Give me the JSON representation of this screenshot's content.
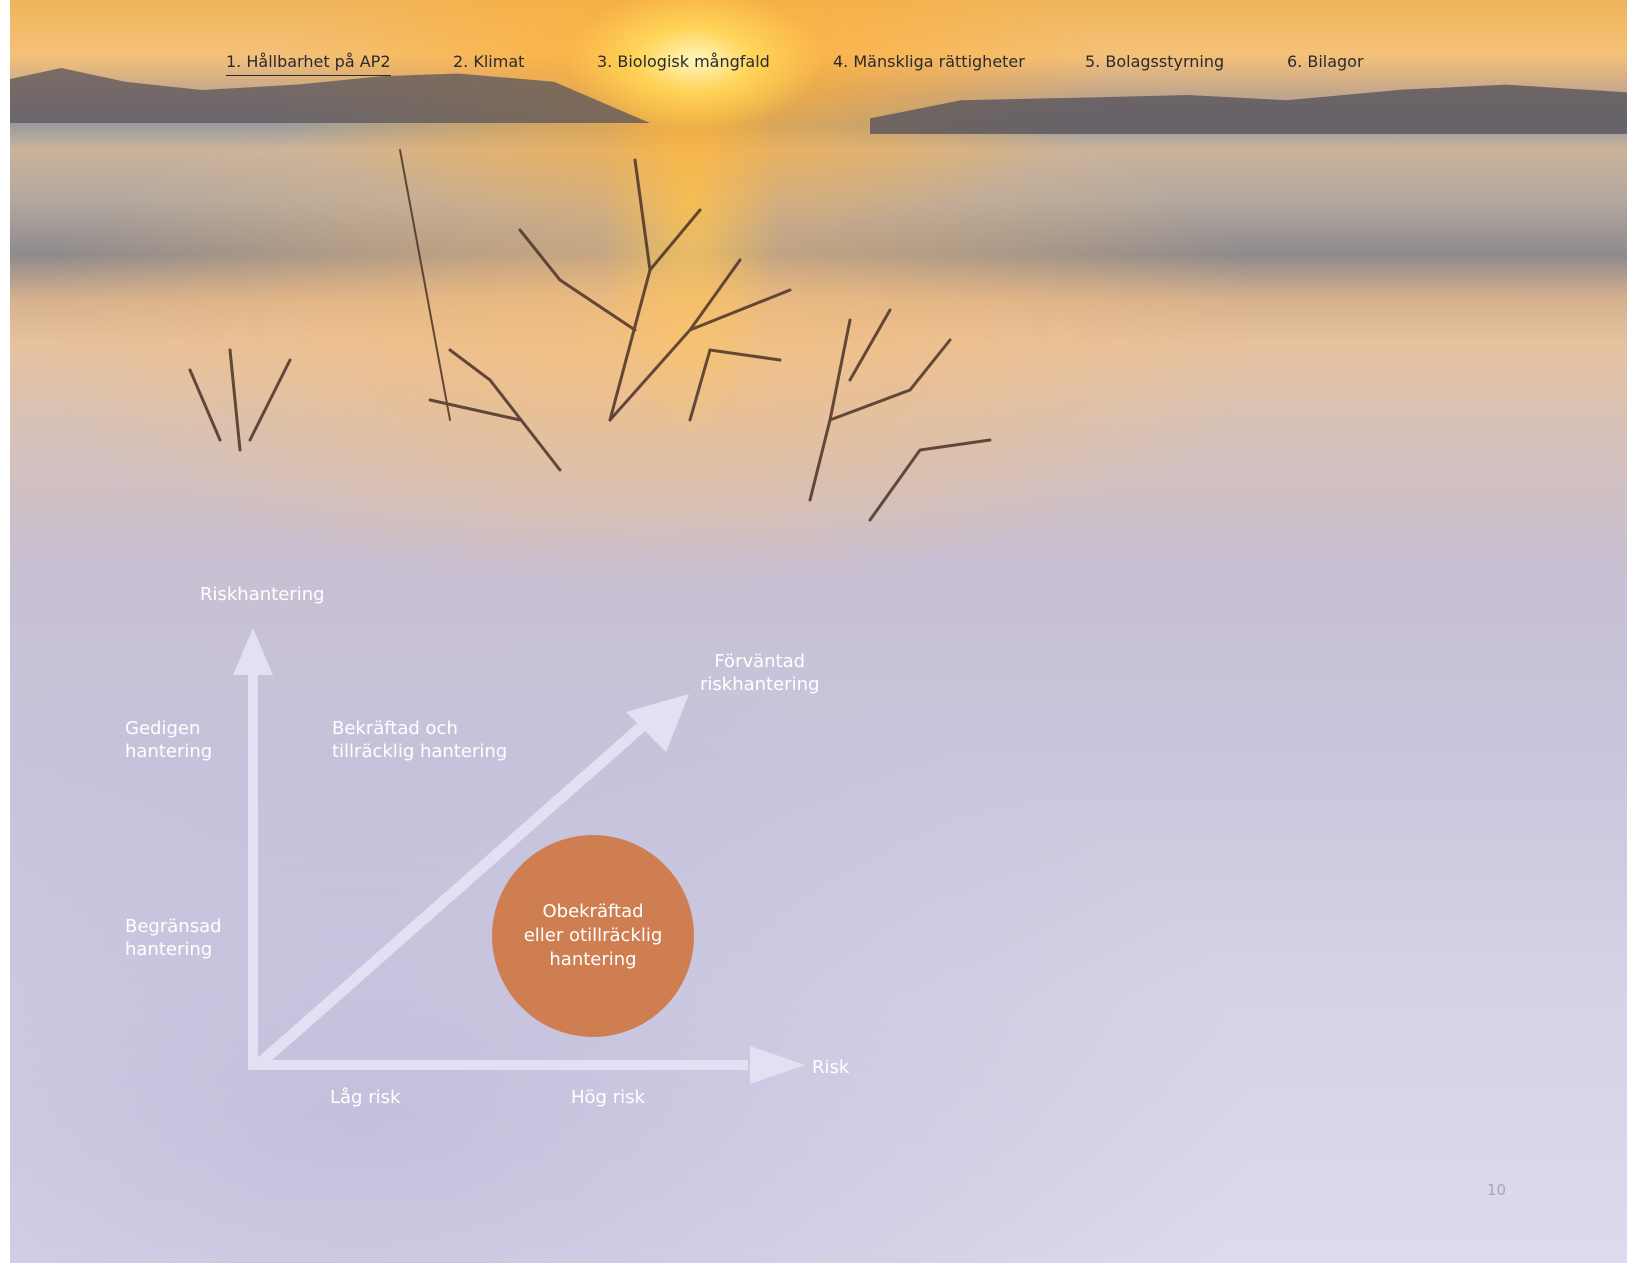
{
  "nav": {
    "items": [
      {
        "label": "1. Hållbarhet på AP2",
        "active": true
      },
      {
        "label": "2. Klimat",
        "active": false
      },
      {
        "label": "3. Biologisk mångfald",
        "active": false
      },
      {
        "label": "4. Mänskliga rättigheter",
        "active": false
      },
      {
        "label": "5. Bolagsstyrning",
        "active": false
      },
      {
        "label": "6. Bilagor",
        "active": false
      }
    ]
  },
  "diagram": {
    "y_axis_title": "Riskhantering",
    "x_axis_title": "Risk",
    "y_level_high": "Gedigen\nhantering",
    "y_level_low": "Begränsad\nhantering",
    "x_level_low": "Låg risk",
    "x_level_high": "Hög risk",
    "diagonal_label": "Förväntad\nriskhantering",
    "upper_region": "Bekräftad och\ntillräcklig hantering",
    "lower_region": "Obekräftad\neller otillräcklig\nhantering",
    "colors": {
      "axis": "#e2e0f3",
      "bubble": "#cf7e51",
      "text": "#ffffff"
    }
  },
  "page_number": "10"
}
